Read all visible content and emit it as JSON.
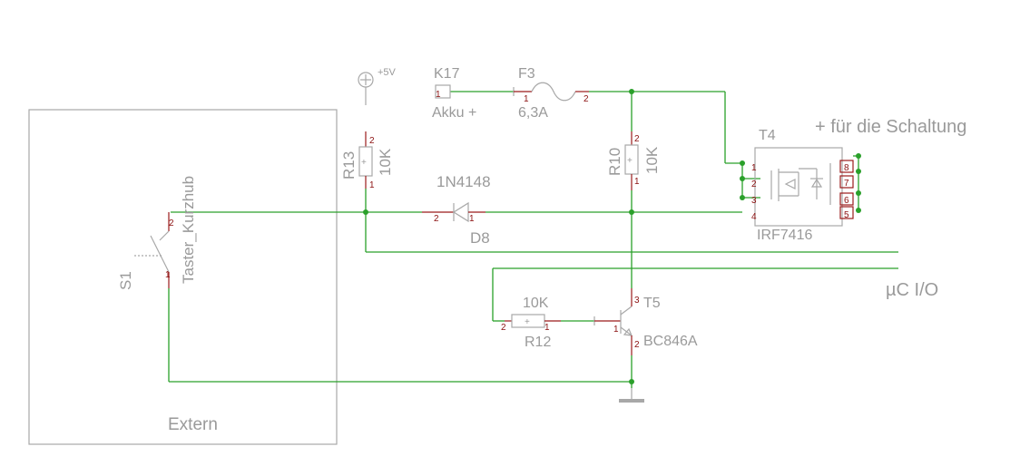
{
  "extern_label": "Extern",
  "supply": {
    "label": "+5V"
  },
  "connector": {
    "ref": "K17",
    "value": "Akku +"
  },
  "fuse": {
    "ref": "F3",
    "value": "6,3A"
  },
  "resistors": {
    "r13": {
      "ref": "R13",
      "value": "10K"
    },
    "r10": {
      "ref": "R10",
      "value": "10K"
    },
    "r12": {
      "ref": "R12",
      "value": "10K"
    }
  },
  "diode": {
    "ref": "D8",
    "value": "1N4148"
  },
  "switch": {
    "ref": "S1",
    "value": "Taster_Kurzhub"
  },
  "mosfet": {
    "ref": "T4",
    "value": "IRF7416"
  },
  "transistor": {
    "ref": "T5",
    "value": "BC846A"
  },
  "annotations": {
    "output": "+ für die Schaltung",
    "uc_io": "µC I/O"
  },
  "pin_numbers": {
    "one": "1",
    "two": "2",
    "three": "3",
    "four": "4",
    "five": "5",
    "six": "6",
    "seven": "7",
    "eight": "8"
  },
  "colors": {
    "wire": "#2aa02a",
    "pin_lead": "#9b1b1b",
    "part_outline": "#a8a8a8",
    "label_text": "#9a9a9a"
  }
}
